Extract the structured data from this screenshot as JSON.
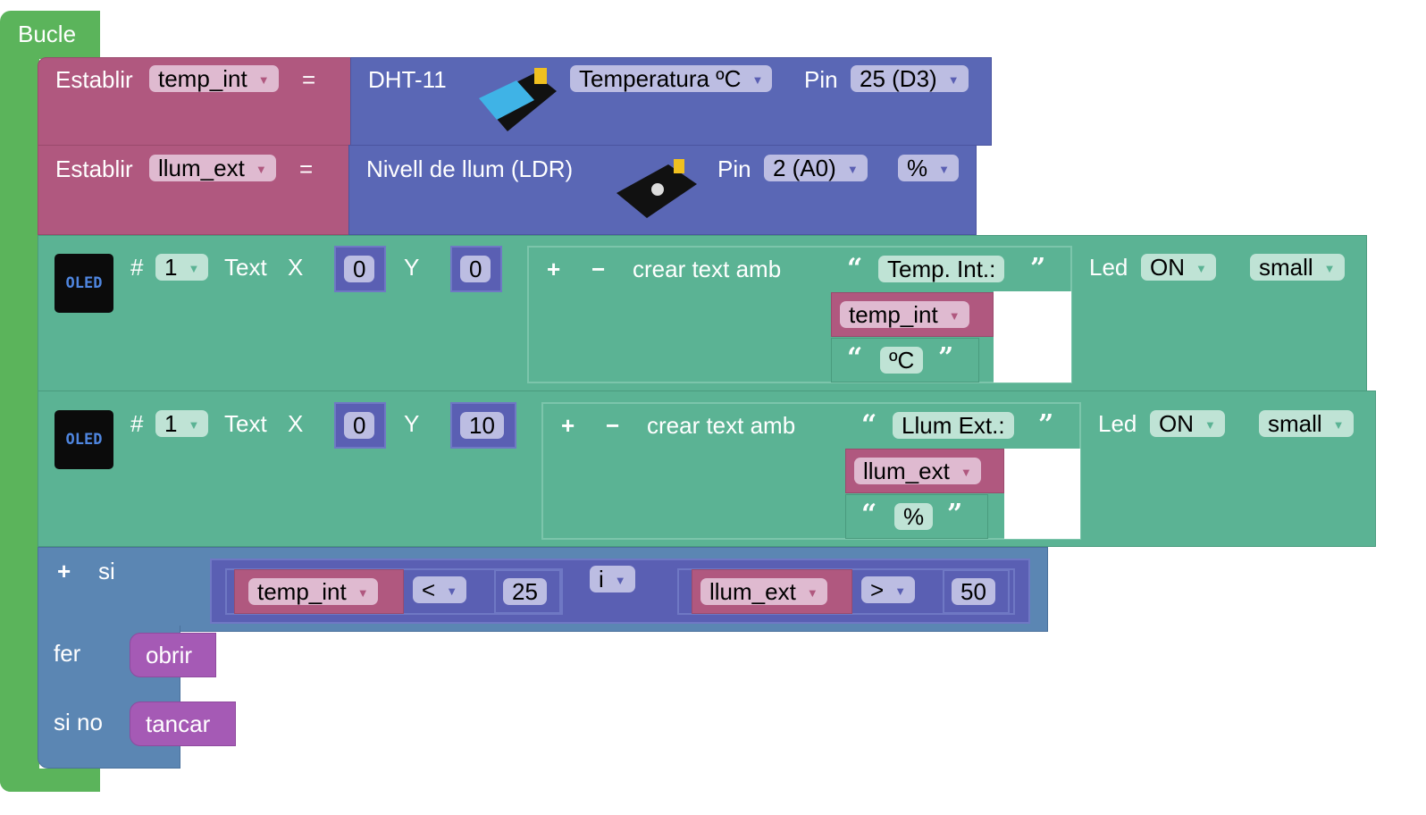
{
  "loop": {
    "label": "Bucle"
  },
  "set1": {
    "label": "Establir",
    "var": "temp_int",
    "eq": "=",
    "sensor": "DHT-11",
    "measure": "Temperatura ºC",
    "pin_label": "Pin",
    "pin": "25 (D3)"
  },
  "set2": {
    "label": "Establir",
    "var": "llum_ext",
    "eq": "=",
    "sensor": "Nivell de llum (LDR)",
    "pin_label": "Pin",
    "pin": "2 (A0)",
    "unit": "%"
  },
  "oled1": {
    "icon_text": "OLED",
    "hash": "#",
    "num": "1",
    "text_label": "Text",
    "x_label": "X",
    "x": "0",
    "y_label": "Y",
    "y": "0",
    "plus": "+",
    "minus": "−",
    "join_label": "crear text amb",
    "str1": "Temp. Int.:",
    "var": "temp_int",
    "str2": "ºC",
    "led_label": "Led",
    "led": "ON",
    "size": "small"
  },
  "oled2": {
    "icon_text": "OLED",
    "hash": "#",
    "num": "1",
    "text_label": "Text",
    "x_label": "X",
    "x": "0",
    "y_label": "Y",
    "y": "10",
    "plus": "+",
    "minus": "−",
    "join_label": "crear text amb",
    "str1": "Llum Ext.:",
    "var": "llum_ext",
    "str2": "%",
    "led_label": "Led",
    "led": "ON",
    "size": "small"
  },
  "if": {
    "plus": "+",
    "si": "si",
    "var1": "temp_int",
    "op1": "<",
    "val1": "25",
    "logic": "i",
    "var2": "llum_ext",
    "op2": ">",
    "val2": "50",
    "do": "fer",
    "do_action": "obrir",
    "else": "si no",
    "else_action": "tancar"
  },
  "quotes": {
    "open": "“",
    "close": "”"
  },
  "arrow": "▼"
}
